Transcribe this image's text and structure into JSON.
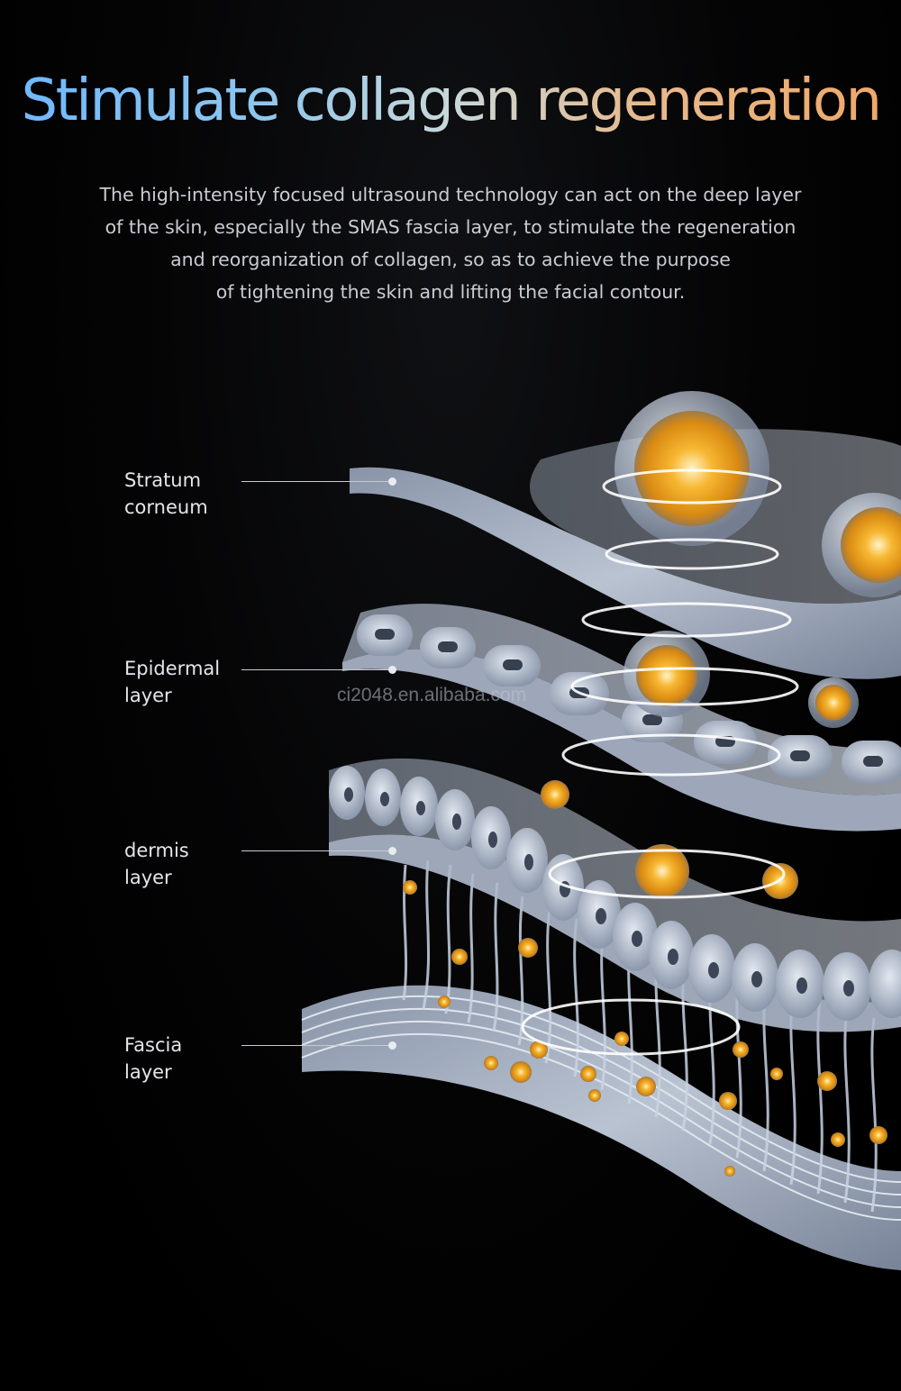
{
  "header": {
    "title": "Stimulate collagen regeneration",
    "intro_lines": [
      "The high-intensity focused ultrasound technology can act on the deep layer",
      "of the skin, especially the SMAS fascia layer, to stimulate the regeneration",
      "and reorganization of collagen, so as to achieve the purpose",
      "of tightening the skin and lifting the facial contour."
    ],
    "title_gradient": [
      "#6fb7ff",
      "#c8d8da",
      "#f0a766"
    ]
  },
  "layers": [
    {
      "line1": "Stratum",
      "line2": "corneum"
    },
    {
      "line1": "Epidermal",
      "line2": "layer"
    },
    {
      "line1": "dermis",
      "line2": "layer"
    },
    {
      "line1": "Fascia",
      "line2": "layer"
    }
  ],
  "watermark": "ci2048.en.alibaba.com",
  "colors": {
    "background": "#000000",
    "layer_fill": "#b8c4d6",
    "collagen_orange": "#f4a623",
    "ultrasound_ring": "#ffffff"
  }
}
